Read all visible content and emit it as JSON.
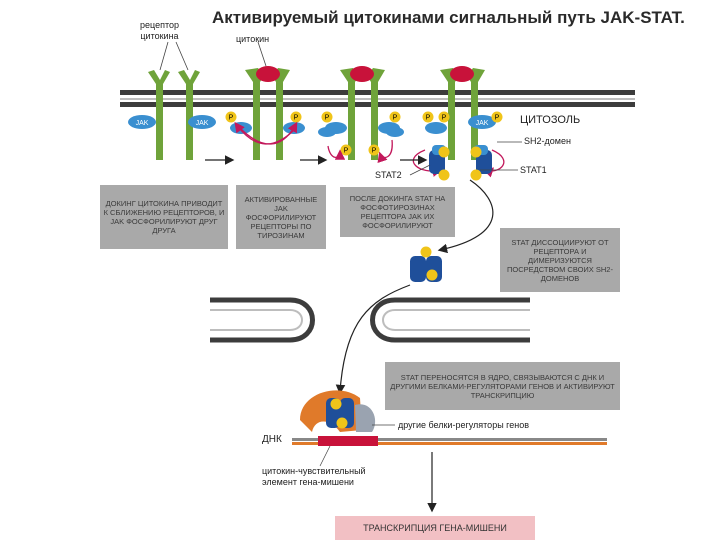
{
  "title": "Активируемый цитокинами сигнальный путь JAK-STAT.",
  "labels": {
    "receptor": "рецептор\nцитокина",
    "cytokine": "цитокин",
    "jak": "JAK",
    "p": "P",
    "cytosol": "ЦИТОЗОЛЬ",
    "sh2": "SH2-домен",
    "stat1": "STAT1",
    "stat2": "STAT2",
    "dna": "ДНК",
    "other_proteins": "другие белки-регуляторы генов",
    "element": "цитокин-чувствительный\nэлемент гена-мишени"
  },
  "boxes": {
    "docking": "ДОКИНГ ЦИТОКИНА ПРИВОДИТ К СБЛИЖЕНИЮ РЕЦЕПТОРОВ, И JAK ФОСФОРИЛИРУЮТ ДРУГ ДРУГА",
    "activated": "АКТИВИРОВАННЫЕ JAK ФОСФОРИЛИРУЮТ РЕЦЕПТОРЫ ПО ТИРОЗИНАМ",
    "after_docking": "ПОСЛЕ ДОКИНГА STAT НА ФОСФОТИРОЗИНАХ РЕЦЕПТОРА JAK ИХ ФОСФОРИЛИРУЮТ",
    "dissociate": "STAT ДИССОЦИИРУЮТ ОТ РЕЦЕПТОРА И ДИМЕРИЗУЮТСЯ ПОСРЕДСТВОМ СВОИХ SH2-ДОМЕНОВ",
    "nucleus": "STAT ПЕРЕНОСЯТСЯ В ЯДРО, СВЯЗЫВАЮТСЯ С ДНК И ДРУГИМИ БЕЛКАМИ-РЕГУЛЯТОРАМИ ГЕНОВ И АКТИВИРУЮТ ТРАНСКРИПЦИЮ"
  },
  "final": "ТРАНСКРИПЦИЯ ГЕНА-МИШЕНИ",
  "colors": {
    "membrane": "#3c3c3c",
    "receptor": "#6fa33a",
    "cytokine": "#c8123a",
    "jak": "#3a8fd0",
    "phosphate": "#f0c419",
    "stat": "#1f4f9a",
    "stat_orange": "#e07a2a",
    "arrow_pink": "#c2185b",
    "box_grey": "#a9a9a9",
    "final_pink": "#f2c0c4"
  }
}
